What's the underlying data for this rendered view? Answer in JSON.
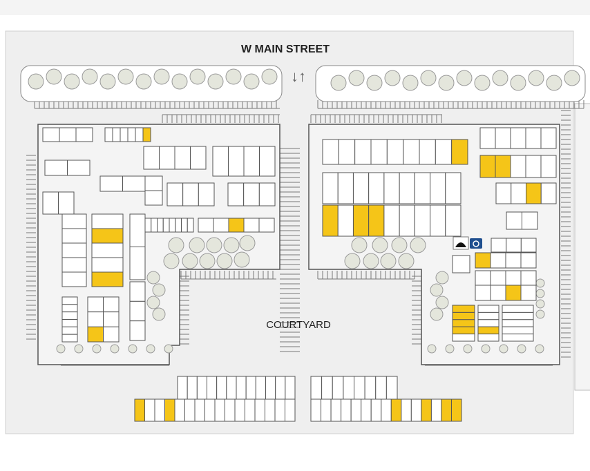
{
  "map": {
    "street_label": "W MAIN STREET",
    "courtyard_label": "COURTYARD",
    "direction_arrows": "↓↑",
    "colors": {
      "available": "#f5c518",
      "occupied": "#ffffff",
      "ground": "#efefef",
      "building": "#f4f4f4",
      "outline": "#555555",
      "camera": "#1f4f8f"
    },
    "icons": [
      "office-arch-icon",
      "camera-icon"
    ]
  },
  "units": {
    "L1": [
      "o",
      "o",
      "o"
    ],
    "L2": [
      "o",
      "o",
      "o",
      "o",
      "o",
      "a"
    ],
    "L3": [
      "o",
      "o",
      "o",
      "o"
    ],
    "L4": [
      "o",
      "o",
      "o",
      "o"
    ],
    "L5": [
      "o",
      "o"
    ],
    "L6": [
      "o",
      "o"
    ],
    "L7": [
      "o",
      "o"
    ],
    "L8": [
      "o",
      "o",
      "o"
    ],
    "L9": [
      "o",
      "o",
      "o"
    ],
    "L10": [
      "o",
      "o"
    ],
    "L11": [
      "o",
      "o",
      "o",
      "o",
      "o",
      "o",
      "o",
      "o"
    ],
    "L12": [
      "o",
      "o",
      "a",
      "o",
      "o"
    ],
    "L13": [
      "o",
      "o",
      "o",
      "o",
      "o"
    ],
    "L14": [
      "o",
      "a",
      "o",
      "o",
      "a"
    ],
    "L16": [
      "o",
      "o"
    ],
    "L17": [
      "o",
      "o",
      "o"
    ],
    "L18": [
      "o",
      "o",
      "o",
      "o",
      "o",
      "o"
    ],
    "L19": [
      "o",
      "o",
      "o",
      "o",
      "a",
      "o"
    ],
    "R1": [
      "o",
      "o",
      "o",
      "o",
      "o",
      "o",
      "o",
      "o",
      "a"
    ],
    "R2": [
      "o",
      "o",
      "o",
      "o",
      "o"
    ],
    "R3": [
      "a",
      "a",
      "o",
      "o",
      "o"
    ],
    "R4": [
      "o",
      "o",
      "a",
      "o"
    ],
    "R5": [
      "o",
      "o",
      "o",
      "o",
      "o",
      "o",
      "o",
      "o",
      "o"
    ],
    "R6": [
      "a",
      "o",
      "a",
      "a",
      "o",
      "o",
      "o",
      "o",
      "o"
    ],
    "R7": [
      "o",
      "o"
    ],
    "R8": [
      "o"
    ],
    "R9a": [
      "o",
      "o",
      "o"
    ],
    "R9b": [
      "a",
      "o",
      "o",
      "o"
    ],
    "R9c": [
      "o",
      "o",
      "o",
      "o"
    ],
    "R9d": [
      "o",
      "o",
      "a",
      "o"
    ],
    "R10": [
      "a",
      "a",
      "a",
      "a",
      "o"
    ],
    "R11": [
      "o",
      "o",
      "o",
      "a",
      "o"
    ],
    "R12": [
      "o",
      "o",
      "o",
      "o",
      "o"
    ],
    "B1top": [
      "o",
      "o",
      "o",
      "o",
      "o",
      "o",
      "o",
      "o",
      "o",
      "o",
      "o",
      "o"
    ],
    "B1": [
      "a",
      "o",
      "o",
      "a",
      "o",
      "o",
      "o",
      "o",
      "o",
      "o",
      "o",
      "o",
      "o",
      "o",
      "o",
      "o"
    ],
    "B2top": [
      "o",
      "o",
      "o",
      "o",
      "o",
      "o",
      "o",
      "o"
    ],
    "B2": [
      "o",
      "o",
      "o",
      "o",
      "o",
      "o",
      "o",
      "o",
      "a",
      "o",
      "o",
      "a",
      "o",
      "a",
      "a"
    ]
  }
}
